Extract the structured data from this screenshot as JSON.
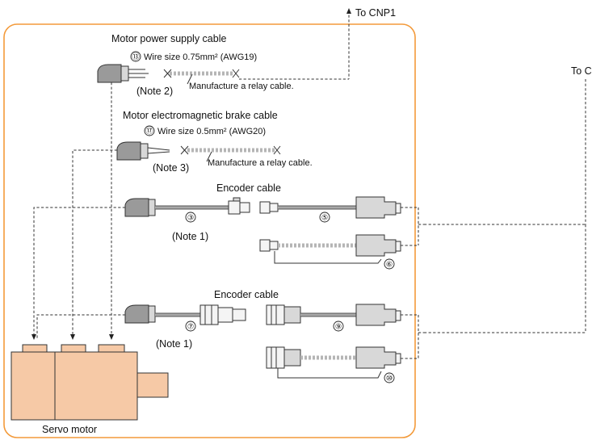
{
  "labels": {
    "to_cnp1": "To CNP1",
    "to_cn2_cut": "To C",
    "power_cable_title": "Motor power supply cable",
    "power_wire_size": "Wire size 0.75mm² (AWG19)",
    "power_note": "(Note 2)",
    "power_relay": "Manufacture a relay cable.",
    "brake_cable_title": "Motor electromagnetic brake cable",
    "brake_wire_size": "Wire size 0.5mm² (AWG20)",
    "brake_note": "(Note 3)",
    "brake_relay": "Manufacture a relay cable.",
    "encoder_title_1": "Encoder cable",
    "encoder_note_1": "(Note 1)",
    "encoder_title_2": "Encoder cable",
    "encoder_note_2": "(Note 1)",
    "servo_motor": "Servo motor"
  },
  "numbers": {
    "n13": "⑬",
    "n17": "⑰",
    "n3": "③",
    "n5": "⑤",
    "n6": "⑥",
    "n7": "⑦",
    "n9": "⑨",
    "n10": "⑩"
  },
  "colors": {
    "frame": "#f39a3a",
    "motor_fill": "#f6c9a6",
    "line": "#333333"
  }
}
